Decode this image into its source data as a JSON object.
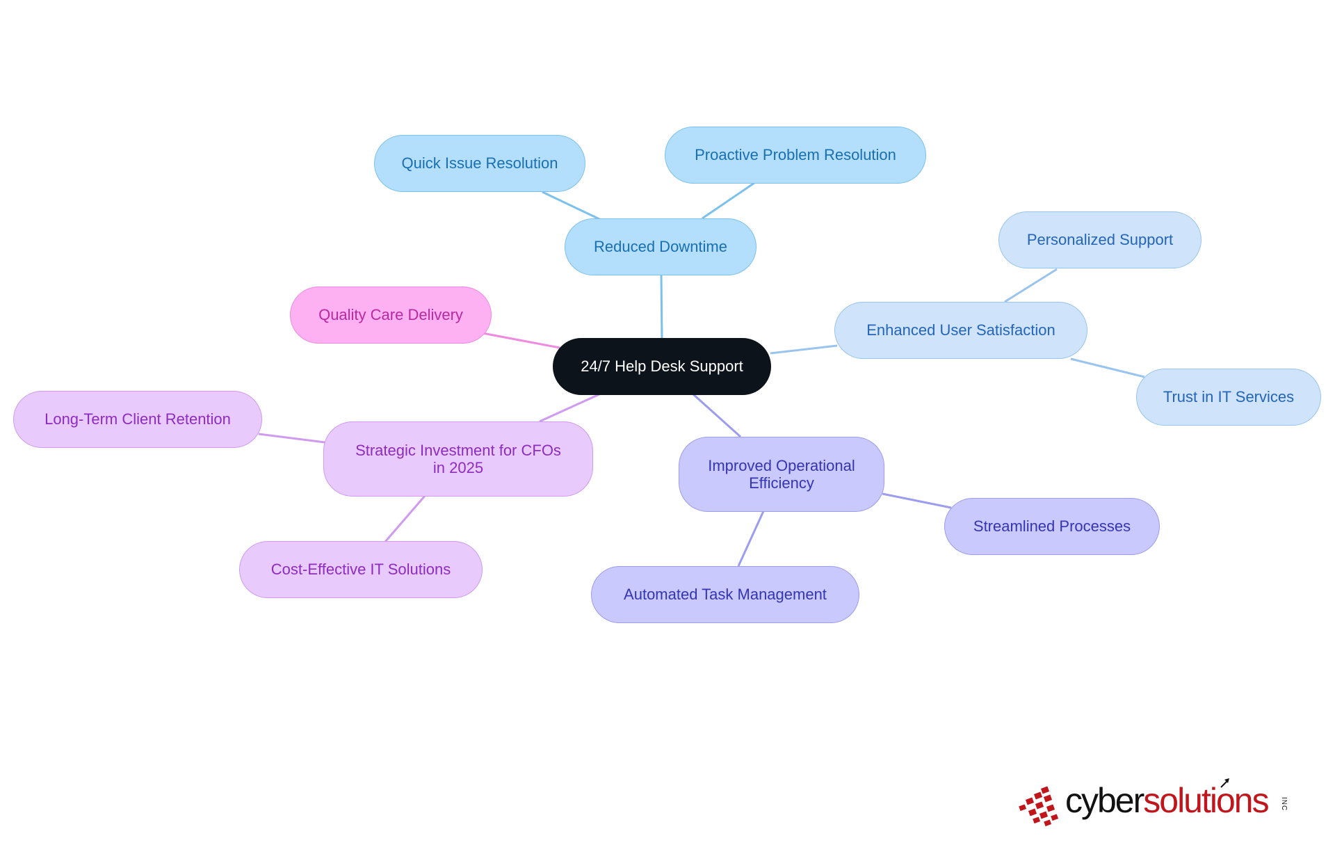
{
  "diagram": {
    "center": {
      "label": "24/7 Help Desk Support"
    },
    "branches": [
      {
        "id": "reduced-downtime",
        "label": "Reduced Downtime",
        "color": "#7cc1ec",
        "children": [
          "Quick Issue Resolution",
          "Proactive Problem Resolution"
        ]
      },
      {
        "id": "enhanced-user-satisfaction",
        "label": "Enhanced User Satisfaction",
        "color": "#98c4ef",
        "children": [
          "Personalized Support",
          "Trust in IT Services"
        ]
      },
      {
        "id": "improved-operational-efficiency",
        "label": "Improved Operational Efficiency",
        "color": "#9c9cf0",
        "children": [
          "Streamlined Processes",
          "Automated Task Management"
        ]
      },
      {
        "id": "strategic-investment",
        "label": "Strategic Investment for CFOs in 2025",
        "color": "#cf9af0",
        "children": [
          "Long-Term Client Retention",
          "Cost-Effective IT Solutions"
        ]
      },
      {
        "id": "quality-care-delivery",
        "label": "Quality Care Delivery",
        "color": "#ef8ae0",
        "children": []
      }
    ]
  },
  "logo": {
    "word1": "cyber",
    "word2": "solutions",
    "suffix": "INC",
    "accent_color": "#c0151b"
  }
}
